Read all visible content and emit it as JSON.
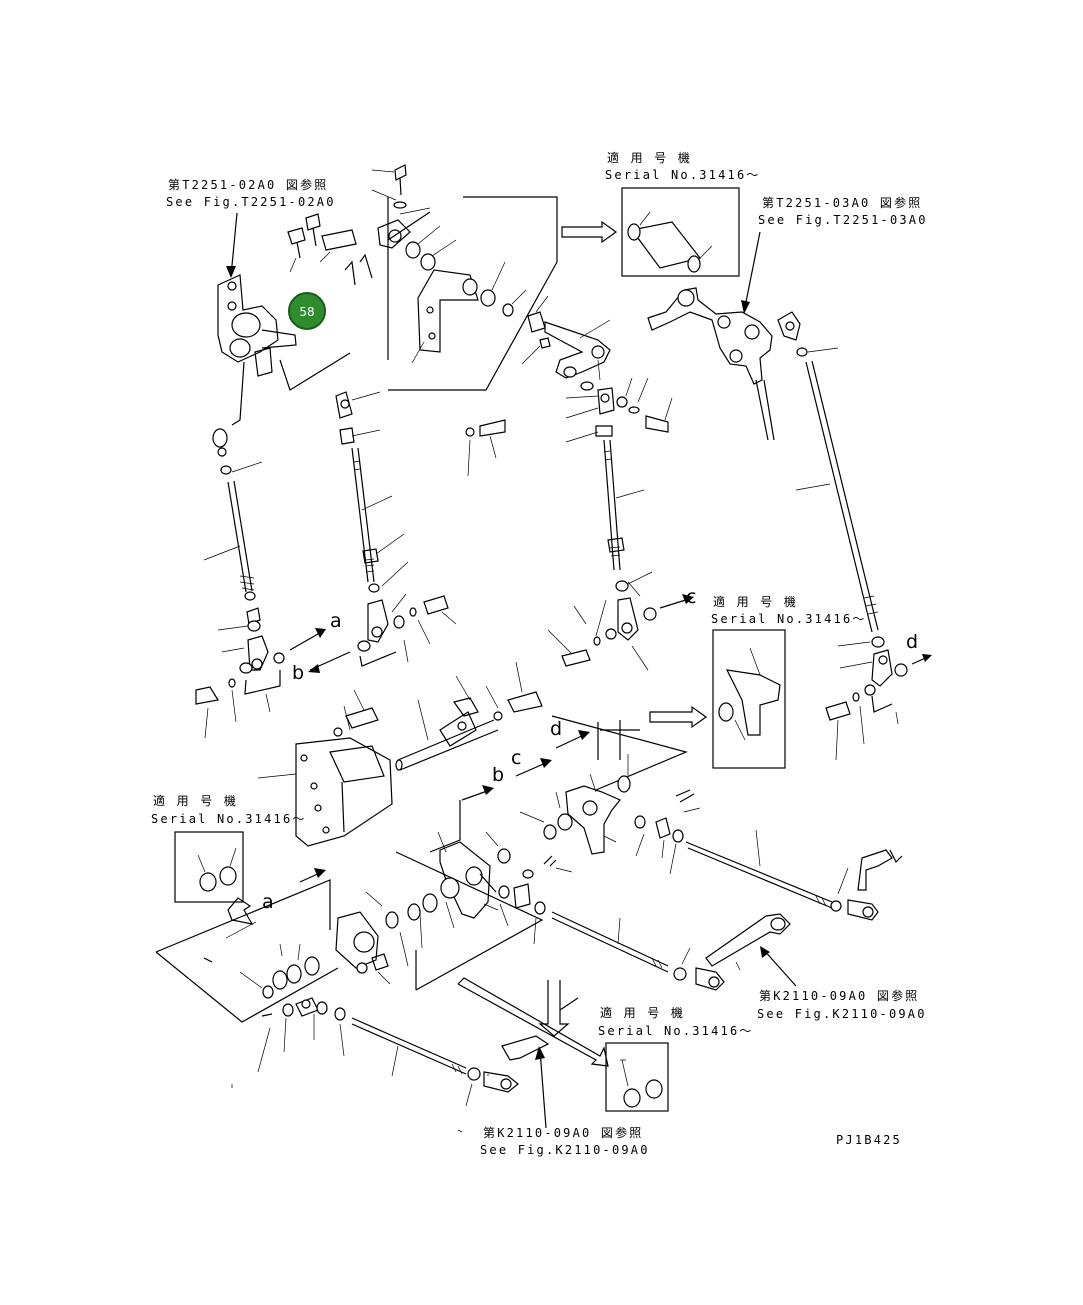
{
  "references": {
    "fig_t2251_02a0_jp": "第T2251-02A0 図参照",
    "fig_t2251_02a0_en": "See Fig.T2251-02A0",
    "fig_t2251_03a0_jp": "第T2251-03A0 図参照",
    "fig_t2251_03a0_en": "See Fig.T2251-03A0",
    "fig_k2110_09a0_right_jp": "第K2110-09A0 図参照",
    "fig_k2110_09a0_right_en": "See Fig.K2110-09A0",
    "fig_k2110_09a0_bottom_jp": "第K2110-09A0 図参照",
    "fig_k2110_09a0_bottom_en": "See Fig.K2110-09A0"
  },
  "serial_boxes": {
    "top_right": {
      "jp": "適 用 号 機",
      "en": "Serial No.31416～"
    },
    "middle_right": {
      "jp": "適 用 号 機",
      "en": "Serial No.31416～"
    },
    "left": {
      "jp": "適 用 号 機",
      "en": "Serial No.31416～"
    },
    "bottom": {
      "jp": "適 用 号 機",
      "en": "Serial No.31416～"
    }
  },
  "connection_letters": {
    "a_upper": "a",
    "b_upper": "b",
    "c_upper": "c",
    "d_upper": "d",
    "b_lower": "b",
    "c_lower": "c",
    "d_lower": "d",
    "a_lower": "a"
  },
  "callout": {
    "number": "58",
    "color": "#2e8b2e"
  },
  "drawing_code": "PJ1B425"
}
